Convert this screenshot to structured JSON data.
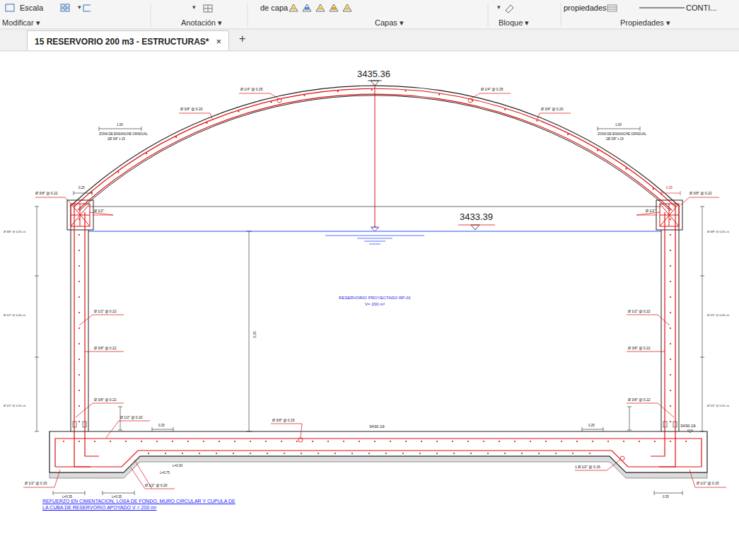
{
  "diagram": {
    "caption": "REFUERZO EN CIMENTACION, LOSA DE FONDO, MURO CIRCULAR Y CUPULA DE LA CUBA DE RESERVORIO APOYADO V = 200 m³",
    "nodes": [
      {
        "text": [
          "15 RESERVORIO 200 m3 - ESTRUCTURAS*",
          "×"
        ]
      }
    ],
    "labels": [
      "Escala",
      "▾",
      "Modificar ▾",
      "▾",
      "Anotación ▾",
      "de capa",
      "Capas ▾",
      "▾",
      "Bloque ▾",
      "propiedades",
      "CONTI...",
      "Propiedades ▾",
      "+",
      "3435.36",
      "3433.39",
      "RESERVORIO PROYECTADO RP-01",
      "V= 200 m³",
      "Ø 1/4\" @ 0.25",
      "Ø 1/4\" @ 0.25",
      "Ø 3/8\" @ 0.20",
      "Ø 3/8\" @ 0.20",
      "1.00",
      "ZONA DE ENSANCHE GRADUAL",
      "2Ø 3/8\" x 15",
      "1.00",
      "ZONA DE ENSANCHE GRADUAL",
      "2Ø 3/8\" x 15",
      "0.25",
      "0.25",
      "Ø 3/8\" @ 0.22",
      "Ø 3/8\" @ 0.22",
      "Ø 1/2\"",
      "Ø 1/2\"",
      "Ø 3/8\" @ 0.25 c/c",
      "Ø 1/2\" @ 0.20 c/c",
      "Ø 1/2\" @ 0.15 c/c",
      "Ø 3/8\" @ 0.25 c/c",
      "Ø 1/2\" @ 0.20 c/c",
      "Ø 1/2\" @ 0.15 c/c",
      "Ø 1/2\" @ 0.22",
      "Ø 3/8\" @ 0.22",
      "Ø 3/8\" @ 0.22",
      "Ø 1/2\" @ 0.22",
      "Ø 3/8\" @ 0.22",
      "Ø 3/8\" @ 0.22",
      "3.20",
      "0.25",
      "Ø 1/2\" @ 0.20",
      "Ø 3/8\" @ 0.15",
      "3430.19",
      "3430.19",
      "0.25",
      "L=0.30",
      "L=0.75",
      "Ø 1/2\" @ 0.20",
      "Ø 1/2\" @ 0.15",
      "L=0.35",
      "L=0.35",
      "1 Ø 1/2\" @ 0.15",
      "Ø 1/2\" @ 0.15",
      "0.35"
    ]
  }
}
